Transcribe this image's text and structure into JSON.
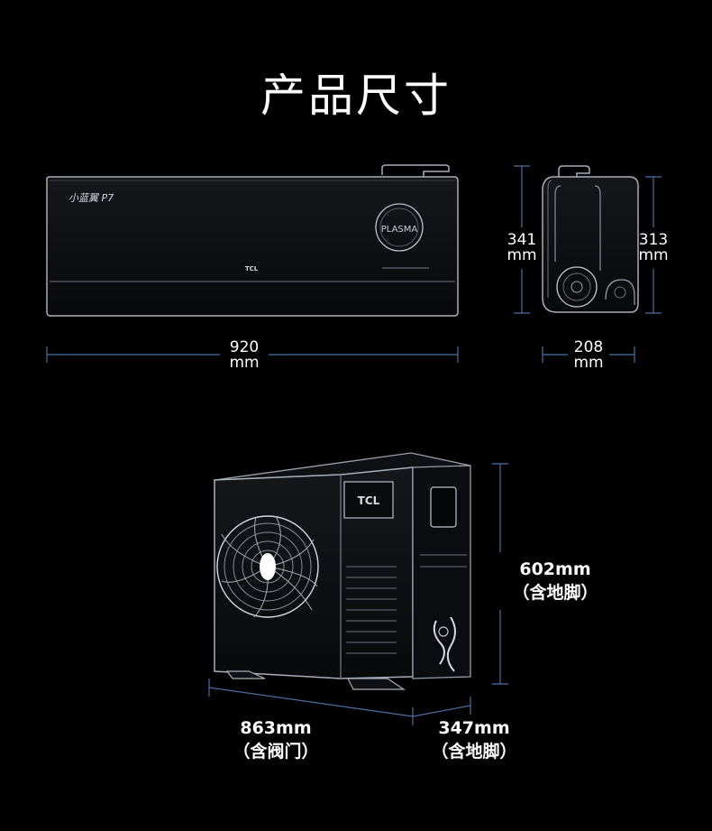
{
  "page": {
    "title": "产品尺寸"
  },
  "indoor_unit": {
    "brand_script": "小蓝翼 P7",
    "logo": "TCL",
    "display": "PLASMA",
    "width": {
      "value": "920",
      "unit": "mm"
    },
    "height_left": {
      "value": "341",
      "unit": "mm"
    },
    "height_right": {
      "value": "313",
      "unit": "mm"
    },
    "depth": {
      "value": "208",
      "unit": "mm"
    }
  },
  "outdoor_unit": {
    "logo": "TCL",
    "height": {
      "value": "602mm",
      "note": "（含地脚）"
    },
    "width": {
      "value": "863mm",
      "note": "（含阀门）"
    },
    "depth": {
      "value": "347mm",
      "note": "（含地脚）"
    }
  },
  "colors": {
    "background": "#000000",
    "text": "#ffffff",
    "dimension_line": "#4a6fa5",
    "outline": "#9aa0a8"
  }
}
